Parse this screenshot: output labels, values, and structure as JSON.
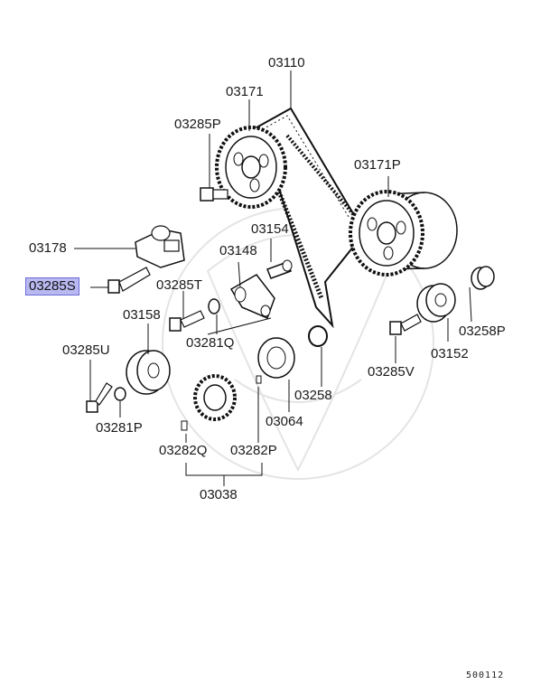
{
  "labels": {
    "p03110": "03110",
    "p03171": "03171",
    "p03285P": "03285P",
    "p03171P": "03171P",
    "p03154": "03154",
    "p03178": "03178",
    "p03148": "03148",
    "p03285S": "03285S",
    "p03285T": "03285T",
    "p03158": "03158",
    "p03281Q": "03281Q",
    "p03285U": "03285U",
    "p03258": "03258",
    "p03152": "03152",
    "p03258P": "03258P",
    "p03285V": "03285V",
    "p03064": "03064",
    "p03281P": "03281P",
    "p03282Q": "03282Q",
    "p03282P": "03282P",
    "p03038": "03038"
  },
  "diagram_code": "500112",
  "highlight_color": "#b9b9f2"
}
